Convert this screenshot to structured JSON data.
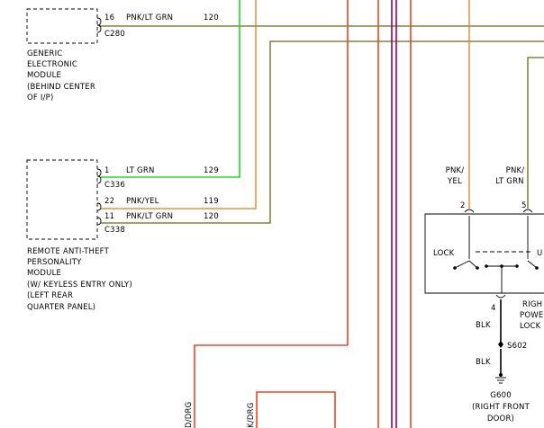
{
  "colors": {
    "green": "#22dd22",
    "orange": "#e8781e",
    "olive": "#6b6b18",
    "red": "#ee4422",
    "magenta": "#990055",
    "black": "#000000"
  },
  "generic_module": {
    "label_lines": [
      "GENERIC",
      "ELECTRONIC",
      "MODULE",
      "(BEHIND CENTER",
      "OF I/P)"
    ],
    "pin": "16",
    "wire_color": "PNK/LT GRN",
    "circuit": "120",
    "connector": "C280"
  },
  "rap_module": {
    "label_lines": [
      "REMOTE ANTI-THEFT",
      "PERSONALITY",
      "MODULE",
      "(W/ KEYLESS ENTRY ONLY)",
      "(LEFT REAR",
      "QUARTER PANEL)"
    ],
    "connector_top": "C336",
    "connector_bottom": "C338",
    "pins": [
      {
        "pin": "1",
        "wire_color": "LT GRN",
        "circuit": "129"
      },
      {
        "pin": "22",
        "wire_color": "PNK/YEL",
        "circuit": "119"
      },
      {
        "pin": "11",
        "wire_color": "PNK/LT GRN",
        "circuit": "120"
      }
    ]
  },
  "door_lock_switch": {
    "wire_labels": [
      {
        "lines": [
          "PNK/",
          "YEL"
        ],
        "pin": "2"
      },
      {
        "lines": [
          "PNK/",
          "LT GRN"
        ],
        "pin": "5"
      }
    ],
    "lock_label": "LOCK",
    "unlock_partial": "U",
    "ground_pin": "4",
    "side_label_lines": [
      "RIGH",
      "POWE",
      "LOCK"
    ]
  },
  "ground": {
    "wire1": "BLK",
    "splice": "S602",
    "wire2": "BLK",
    "label_lines": [
      "G600",
      "(RIGHT FRONT",
      "DOOR)"
    ]
  },
  "bottom_wires": [
    "D/DRG",
    "K/DRG"
  ]
}
